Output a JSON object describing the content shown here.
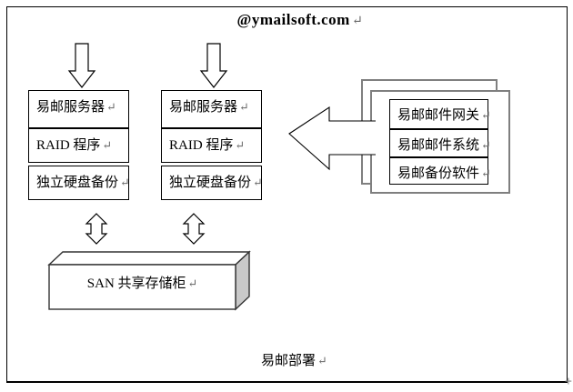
{
  "title": "@ymailsoft.com",
  "caption": "易邮部署",
  "return_mark": "↵",
  "stacks": {
    "left": {
      "server": "易邮服务器",
      "raid": "RAID 程序",
      "backup": "独立硬盘备份"
    },
    "middle": {
      "server": "易邮服务器",
      "raid": "RAID 程序",
      "backup": "独立硬盘备份"
    }
  },
  "software_group": {
    "gateway": "易邮邮件网关",
    "mail_system": "易邮邮件系统",
    "backup_software": "易邮备份软件"
  },
  "storage": {
    "label": "SAN 共享存储柜"
  },
  "decorations": {
    "resize_handle": "+"
  },
  "colors": {
    "line": "#000000",
    "group_border": "#7f7f7f",
    "cuboid_side": "#c9c9c9",
    "paragraph_mark": "#666666"
  }
}
